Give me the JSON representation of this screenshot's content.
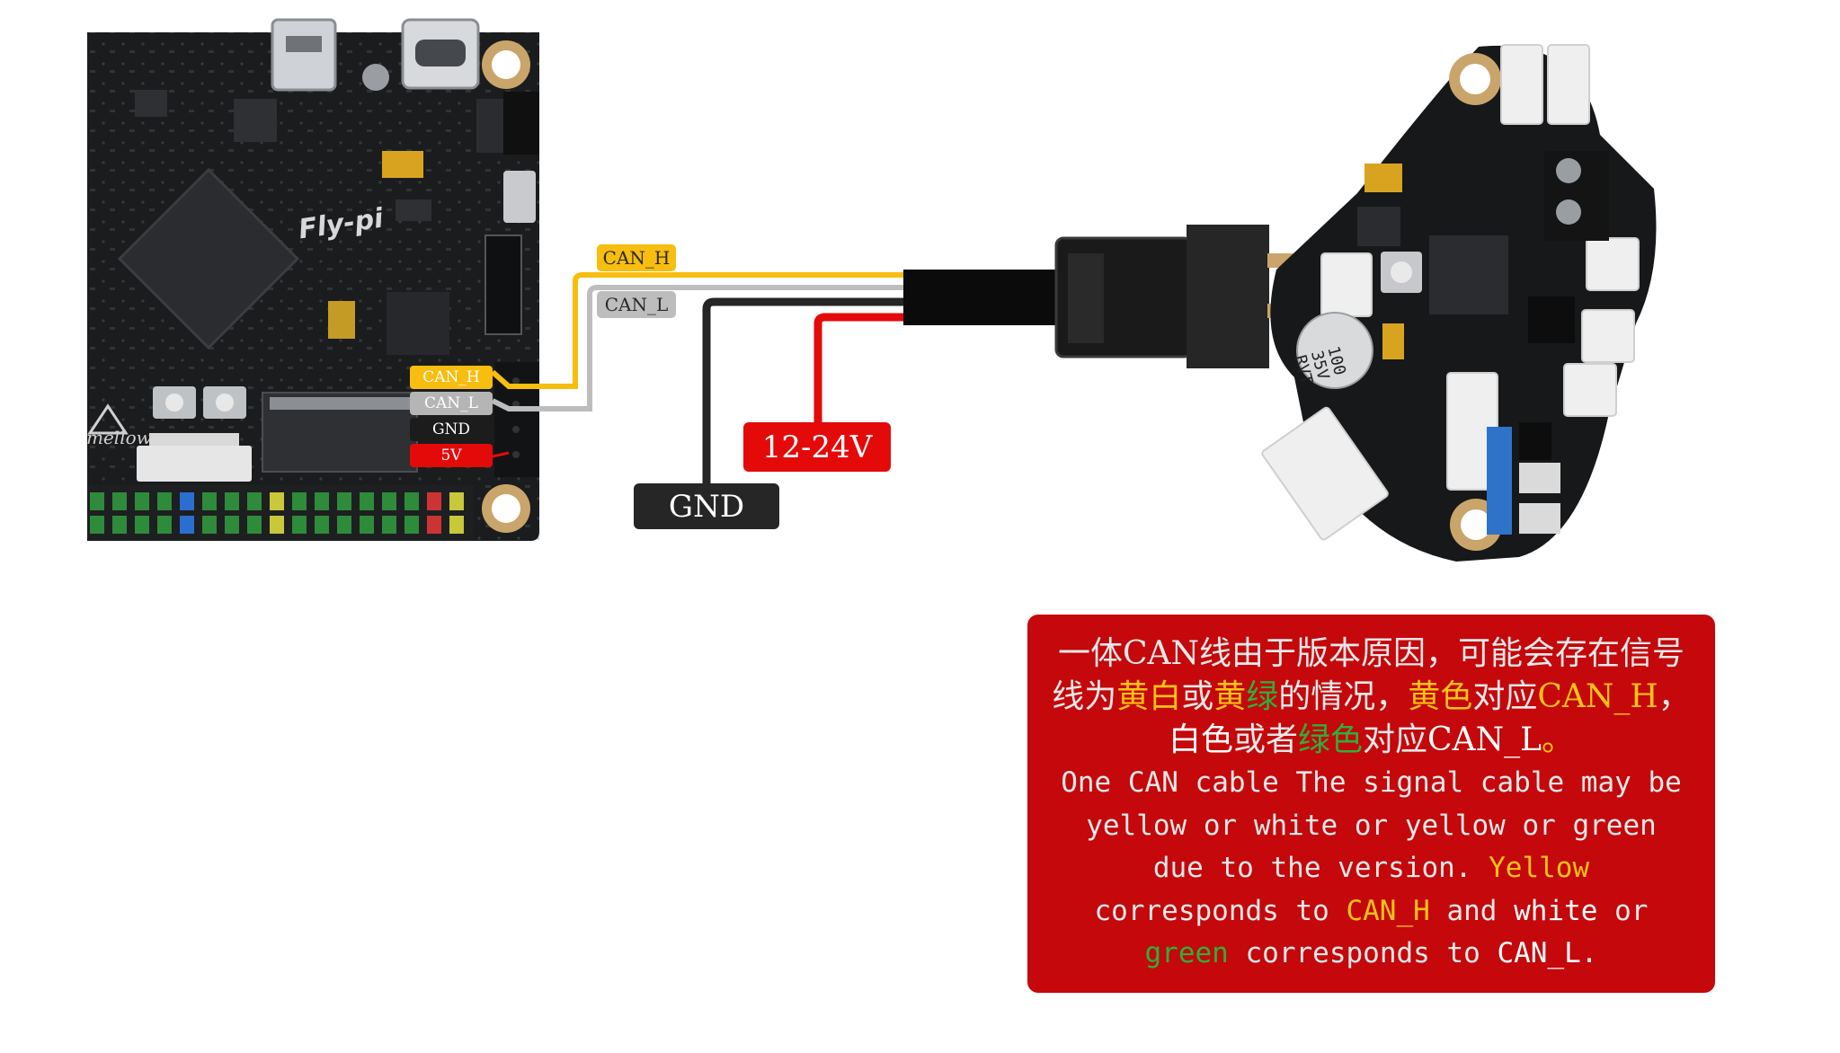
{
  "boards": {
    "left_board_name": "Fly-pi",
    "left_board_brand": "mellow",
    "right_board_capacitor": [
      "100",
      "35V",
      "RVT"
    ]
  },
  "pin_labels": {
    "can_h": "CAN_H",
    "can_l": "CAN_L",
    "gnd": "GND",
    "v5": "5V"
  },
  "wire_labels": {
    "can_h": "CAN_H",
    "can_l": "CAN_L"
  },
  "power_labels": {
    "voltage": "12-24V",
    "gnd": "GND"
  },
  "note": {
    "cn_line1": "一体CAN线由于版本原因，可能会存在信号",
    "cn_line2": [
      {
        "t": "线为",
        "c": ""
      },
      {
        "t": "黄白",
        "c": "y"
      },
      {
        "t": "或",
        "c": ""
      },
      {
        "t": "黄",
        "c": "y"
      },
      {
        "t": "绿",
        "c": "g"
      },
      {
        "t": "的情况，",
        "c": ""
      },
      {
        "t": "黄色",
        "c": "y"
      },
      {
        "t": "对应",
        "c": ""
      },
      {
        "t": "CAN_H",
        "c": "y"
      },
      {
        "t": "，",
        "c": ""
      }
    ],
    "cn_line3": [
      {
        "t": "白色",
        "c": "w"
      },
      {
        "t": "或者",
        "c": ""
      },
      {
        "t": "绿色",
        "c": "g"
      },
      {
        "t": "对应",
        "c": ""
      },
      {
        "t": "CAN_L",
        "c": "w"
      },
      {
        "t": "。",
        "c": "y"
      }
    ],
    "en_line1": "One CAN cable The signal cable may be",
    "en_line2": "yellow or white or yellow or green",
    "en_line3": [
      {
        "t": "due to the version. ",
        "c": ""
      },
      {
        "t": "Yellow",
        "c": "y"
      }
    ],
    "en_line4": [
      {
        "t": "corresponds to ",
        "c": ""
      },
      {
        "t": "CAN_H",
        "c": "y"
      },
      {
        "t": " and ",
        "c": ""
      },
      {
        "t": "white",
        "c": "w"
      },
      {
        "t": " or",
        "c": ""
      }
    ],
    "en_line5": [
      {
        "t": "green",
        "c": "g"
      },
      {
        "t": " corresponds to ",
        "c": ""
      },
      {
        "t": "CAN_L",
        "c": "w"
      },
      {
        "t": ".",
        "c": ""
      }
    ]
  },
  "colors": {
    "can_h_wire": "#f7bd0f",
    "can_l_wire": "#bdbdbd",
    "gnd_wire": "#262626",
    "power_wire": "#e40a0a",
    "note_background": "#c4080b",
    "highlight_yellow": "#ffc316",
    "highlight_green": "#2fae3a"
  }
}
